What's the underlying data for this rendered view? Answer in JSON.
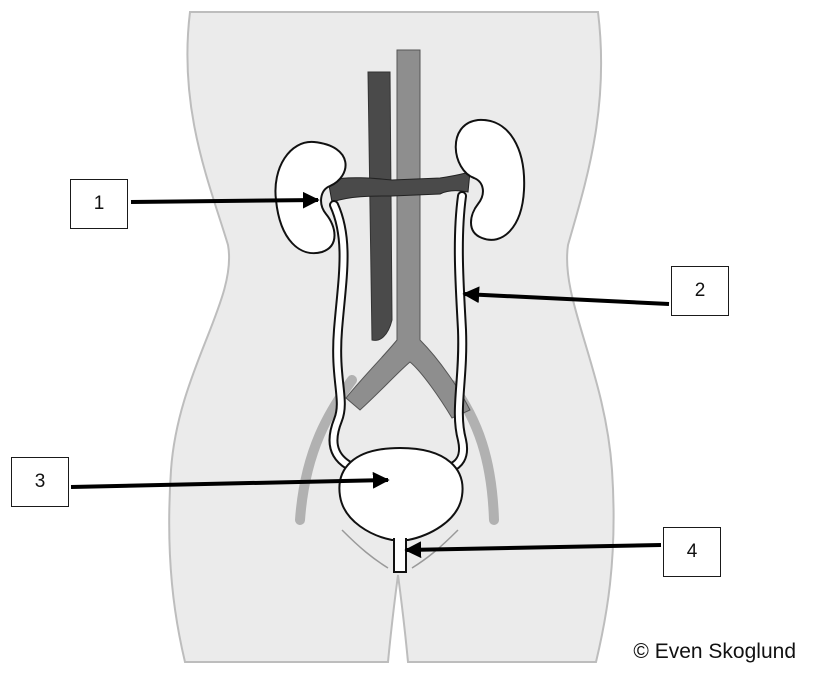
{
  "labels": [
    "1",
    "2",
    "3",
    "4"
  ],
  "credit": "© Even Skoglund",
  "colors": {
    "body_fill": "#ebebeb",
    "body_outline": "#bdbdbd",
    "vein": "#4a4a4a",
    "artery": "#8e8e8e",
    "organ_fill": "#ffffff",
    "outline": "#111111",
    "arrow": "#000000"
  }
}
